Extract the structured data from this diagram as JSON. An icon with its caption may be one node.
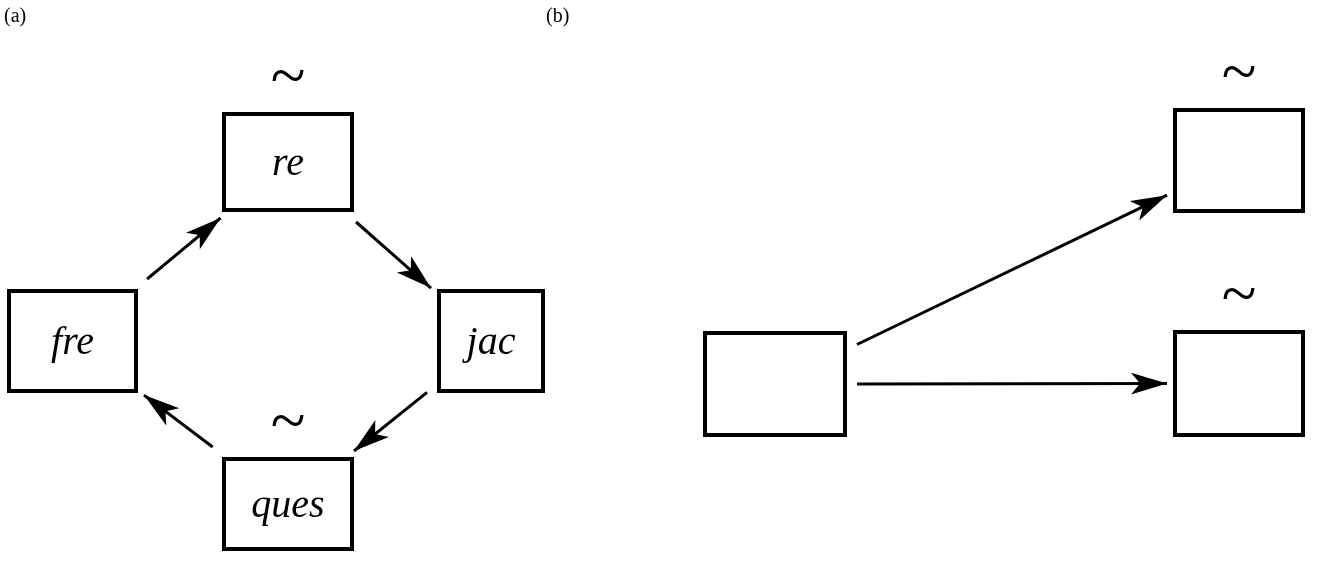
{
  "diagram": {
    "nodes": [
      {
        "text": [
          "re"
        ],
        "beside": [
          "~"
        ]
      },
      {
        "text": [
          "fre"
        ]
      },
      {
        "text": [
          "jac"
        ]
      },
      {
        "text": [
          "ques"
        ],
        "beside": [
          "~"
        ]
      },
      {
        "text": [],
        "shape": "box"
      },
      {
        "text": [],
        "shape": "box",
        "beside": [
          "~"
        ]
      },
      {
        "text": [],
        "shape": "box",
        "beside": [
          "~"
        ]
      }
    ],
    "edges": [
      {
        "from": 1,
        "to": 0,
        "arrow": "to"
      },
      {
        "from": 0,
        "to": 2,
        "arrow": "to"
      },
      {
        "from": 2,
        "to": 3,
        "arrow": "to"
      },
      {
        "from": 3,
        "to": 1,
        "arrow": "to"
      },
      {
        "from": 4,
        "to": 5,
        "arrow": "to"
      },
      {
        "from": 4,
        "to": 6,
        "arrow": "to"
      }
    ],
    "labels": [
      "(a)",
      "(b)"
    ]
  }
}
